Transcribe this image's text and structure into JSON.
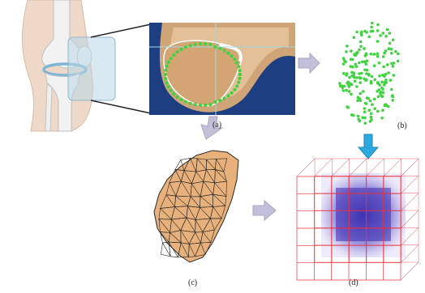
{
  "figure": {
    "panels": [
      {
        "id": "a",
        "label": "(a)",
        "content": "knee-anatomy-and-joint-photo-with-contour-points"
      },
      {
        "id": "b",
        "label": "(b)",
        "content": "extracted-point-cloud"
      },
      {
        "id": "c",
        "label": "(c)",
        "content": "triangulated-surface-mesh"
      },
      {
        "id": "d",
        "label": "(d)",
        "content": "voxel-grid-volume"
      }
    ]
  },
  "colors": {
    "background": "#ffffff",
    "skin": "#eed9c8",
    "bone": "#ececec",
    "cartilage_ring": "#7fb6d6",
    "zoom_box_fill": "#b9d7e6",
    "photo_background": "#1d3f82",
    "tissue": "#cfa577",
    "contour_points": "#3fd33f",
    "mesh_fill": "#e8b07a",
    "mesh_edges": "#2a2a2a",
    "grid_lines": "#e8323d",
    "volume_fill": "#5a4fc4",
    "flow_arrow": "#c2bfd8",
    "down_arrow": "#2da8e0"
  }
}
